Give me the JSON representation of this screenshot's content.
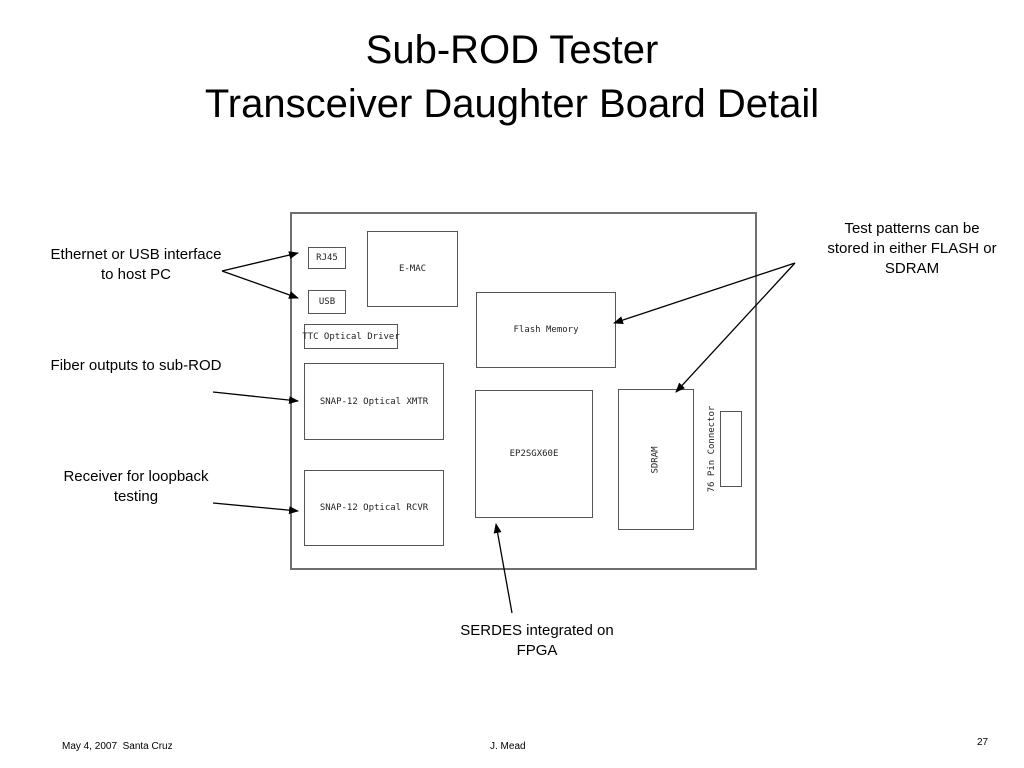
{
  "slide": {
    "title_line1": "Sub-ROD Tester",
    "title_line2": "Transceiver Daughter Board Detail"
  },
  "board": {
    "components": {
      "rj45": "RJ45",
      "emac": "E-MAC",
      "usb": "USB",
      "ttc": "TTC Optical Driver",
      "flash": "Flash Memory",
      "xmtr": "SNAP-12 Optical XMTR",
      "fpga": "EP2SGX60E",
      "sdram": "SDRAM",
      "connector": "76 Pin Connector",
      "rcvr": "SNAP-12 Optical RCVR"
    }
  },
  "annotations": {
    "ethernet_line1": "Ethernet or USB interface",
    "ethernet_line2": "to host PC",
    "fiber": "Fiber outputs to sub-ROD",
    "receiver_line1": "Receiver for loopback",
    "receiver_line2": "testing",
    "test_patterns_line1": "Test patterns can be",
    "test_patterns_line2": "stored in either FLASH or",
    "test_patterns_line3": "SDRAM",
    "serdes_line1": "SERDES integrated on",
    "serdes_line2": "FPGA"
  },
  "footer": {
    "date_location": "May 4, 2007  Santa Cruz",
    "author": "J. Mead",
    "page_number": "27"
  }
}
